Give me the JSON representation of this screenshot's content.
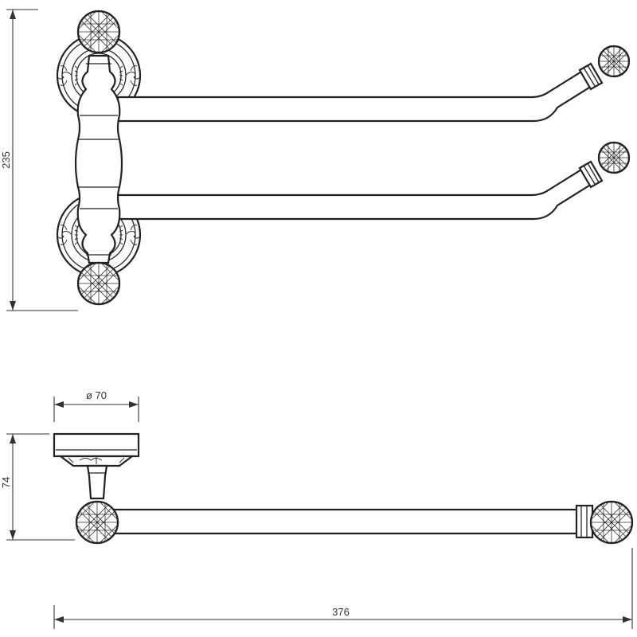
{
  "dimensions": {
    "height_top_view": "235",
    "diameter_base": "ø 70",
    "depth_side_view": "74",
    "total_length": "376"
  }
}
